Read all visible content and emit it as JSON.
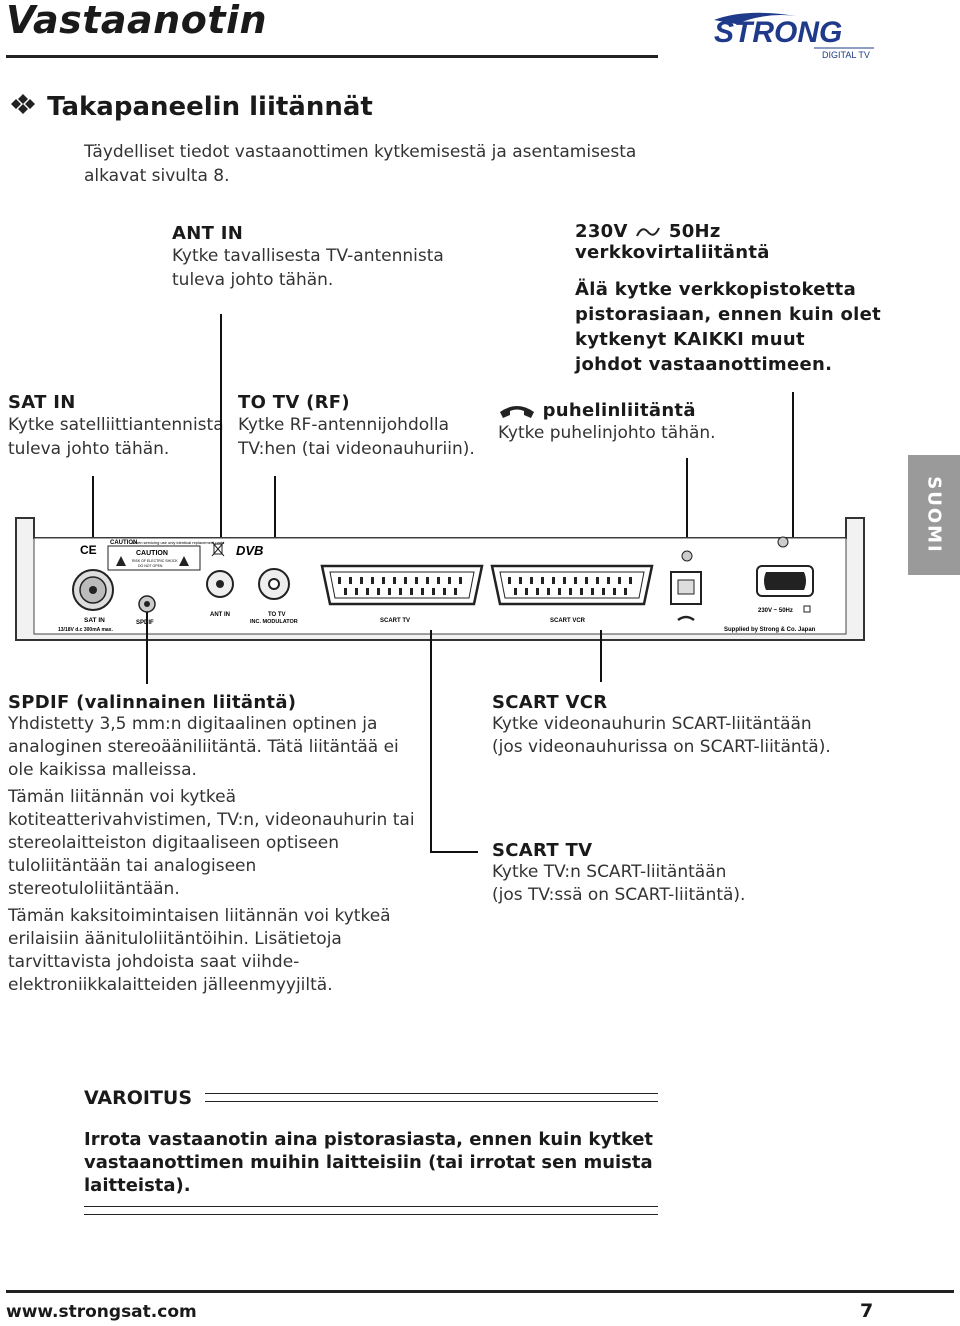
{
  "header": {
    "title": "Vastaanotin",
    "brand": "STRONG",
    "brand_sub": "DIGITAL TV"
  },
  "section": {
    "title": "Takapaneelin liitännät",
    "intro": "Täydelliset tiedot vastaanottimen kytkemisestä ja asentamisesta alkavat sivulta 8."
  },
  "callouts": {
    "ant_in": {
      "title": "ANT IN",
      "text1": "Kytke tavallisesta TV-antennista",
      "text2": "tuleva johto tähän."
    },
    "power": {
      "title1": "230V",
      "title2": "50Hz",
      "title3": "verkkovirtaliitäntä",
      "warn1": "Älä kytke verkkopistoketta",
      "warn2": "pistorasiaan, ennen kuin olet",
      "warn3": "kytkenyt KAIKKI muut",
      "warn4": "johdot vastaanottimeen."
    },
    "sat_in": {
      "title": "SAT IN",
      "text1": "Kytke satelliittiantennista",
      "text2": "tuleva johto tähän."
    },
    "to_tv": {
      "title": "TO TV (RF)",
      "text1": "Kytke RF-antennijohdolla",
      "text2": "TV:hen (tai videonauhuriin)."
    },
    "phone": {
      "title": "puhelinliitäntä",
      "text": "Kytke puhelinjohto tähän."
    }
  },
  "side_tab": "SUOMI",
  "panel": {
    "labels": {
      "sat_in": "SAT IN",
      "sat_in_spec": "13/18V d.c 300mA max.",
      "spdif": "SPDIF",
      "ant_in": "ANT IN",
      "to_tv": "TO TV",
      "inc_modulator": "INC. MODULATOR",
      "scart_tv": "SCART TV",
      "scart_vcr": "SCART VCR",
      "power": "230V ~ 50Hz",
      "supplied": "Supplied by Strong & Co. Japan",
      "caution": "CAUTION",
      "caution_small": "When servicing use only identical replacement parts",
      "caution_box": "CAUTION",
      "caution_box2": "RISK OF ELECTRIC SHOCK",
      "caution_box3": "DO NOT OPEN",
      "ce": "CE",
      "dvb": "DVB"
    }
  },
  "spdif": {
    "title": "SPDIF (valinnainen liitäntä)",
    "p1": [
      "Yhdistetty 3,5 mm:n digitaalinen optinen ja",
      "analoginen stereoääniliitäntä. Tätä liitäntää ei",
      "ole kaikissa malleissa."
    ],
    "p2": [
      "Tämän liitännän voi kytkeä",
      "kotiteatterivahvistimen, TV:n, videonauhurin tai",
      "stereolaitteiston digitaaliseen optiseen",
      "tuloliitäntään tai analogiseen",
      "stereotuloliitäntään."
    ],
    "p3": [
      "Tämän kaksitoimintaisen liitännän voi kytkeä",
      "erilaisiin äänituloliitäntöihin. Lisätietoja",
      "tarvittavista johdoista saat viihde-",
      "elektroniikkalaitteiden jälleenmyyjiltä."
    ]
  },
  "scart_vcr": {
    "title": "SCART VCR",
    "text1": "Kytke videonauhurin SCART-liitäntään",
    "text2": "(jos videonauhurissa on SCART-liitäntä)."
  },
  "scart_tv": {
    "title": "SCART TV",
    "text1": "Kytke TV:n SCART-liitäntään",
    "text2": "(jos TV:ssä on SCART-liitäntä)."
  },
  "warning": {
    "title": "VAROITUS",
    "text": [
      "Irrota vastaanotin aina pistorasiasta, ennen kuin kytket",
      "vastaanottimen muihin laitteisiin (tai irrotat sen muista",
      "laitteista)."
    ]
  },
  "footer": {
    "url": "www.strongsat.com",
    "page": "7"
  }
}
